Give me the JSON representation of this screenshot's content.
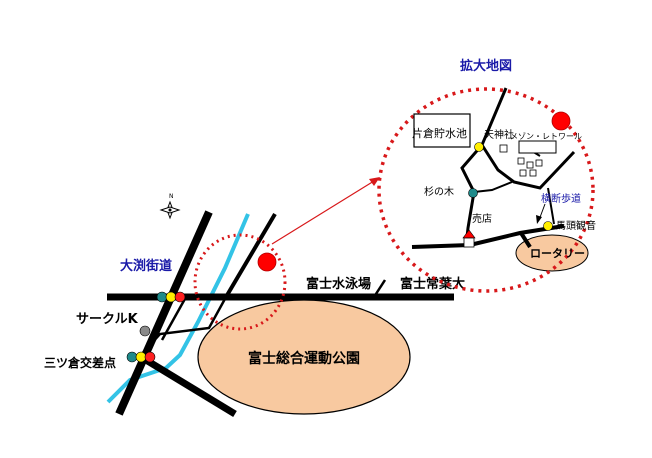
{
  "labels": {
    "main_road_omata": "大渕街道",
    "circle_k": "サークルK",
    "mitsukura_junction": "三ツ倉交差点",
    "fuji_pool": "富士水泳場",
    "fuji_tokoha": "富士常葉大",
    "fuji_park": "富士総合運動公園",
    "zoom_title": "拡大地図",
    "katakura_reservoir": "片倉貯水池",
    "tenjinsha": "天神社",
    "maison_label": "メゾン・レトワール",
    "sugi_no_ki": "杉の木",
    "crosswalk": "横断歩道",
    "store": "売店",
    "bato_kannon": "馬頭観音",
    "rotary": "ロータリー"
  },
  "colors": {
    "road": "#000000",
    "river": "#33c3e6",
    "park_fill": "#f8c9a0",
    "dotted_circle": "#d8181a",
    "arrow": "#d8181a",
    "marker_red": "#ff0000",
    "signal_green": "#1e8a8a",
    "signal_yellow": "#ffee00",
    "signal_red": "#ff2020"
  }
}
